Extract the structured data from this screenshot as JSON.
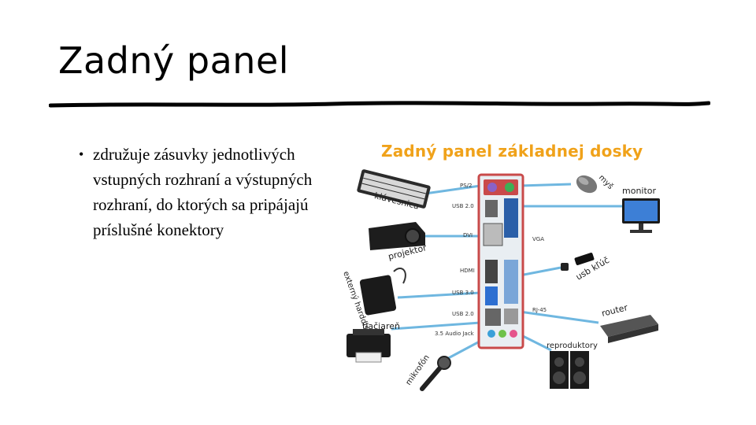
{
  "slide": {
    "title": "Zadný panel",
    "bullet": "združuje zásuvky jednotlivých vstupných rozhraní a výstupných rozhraní, do ktorých sa pripájajú príslušné konektory"
  },
  "figure": {
    "title": "Zadný panel základnej dosky",
    "port_labels": [
      "PS/2",
      "USB 2.0",
      "DVI",
      "HDMI",
      "USB 3.0",
      "USB 2.0",
      "3.5 Audio Jack",
      "VGA",
      "RJ-45"
    ],
    "device_labels": [
      "klávesnica",
      "myš",
      "monitor",
      "projektor",
      "usb kľúč",
      "externý harddisk",
      "tlačiareň",
      "router",
      "reproduktory",
      "mikrofón"
    ]
  },
  "colors": {
    "title_accent": "#f0a21a",
    "line": "#6fb7e0",
    "panel": "#c94a4a"
  }
}
